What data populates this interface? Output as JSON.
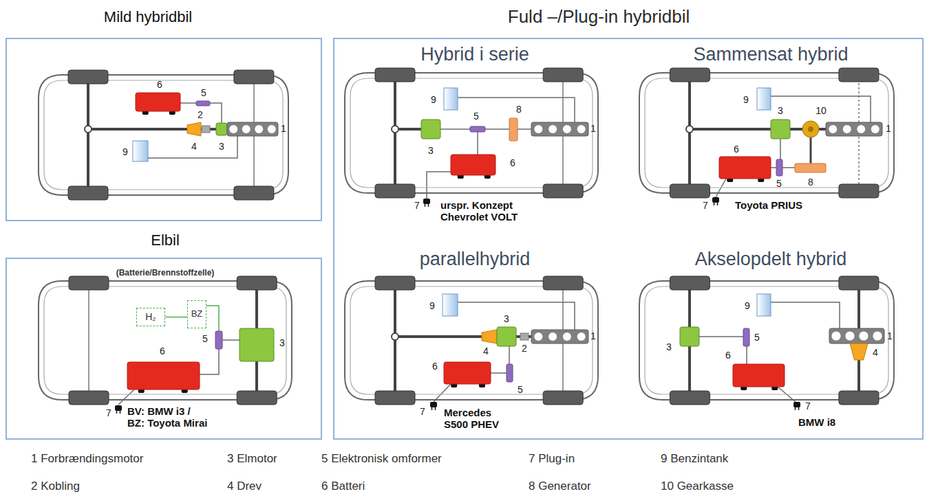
{
  "diagram": {
    "nodes": [
      {
        "text": [
          "Mild hybridbil"
        ]
      },
      {
        "text": [
          "Elbil",
          "(Batterie/Brennstoffzelle)"
        ]
      },
      {
        "text": [
          "BV: BMW i3 / BZ: Toyota Mirai"
        ],
        "in": 1
      },
      {
        "text": [
          "H₂"
        ],
        "in": 2
      },
      {
        "text": [
          "BZ"
        ],
        "in": 2
      },
      {
        "text": [
          "Fuld –/Plug-in hybridbil"
        ]
      },
      {
        "text": [
          "Hybrid i serie",
          "urspr. Konzept Chevrolet VOLT"
        ],
        "in": 5
      },
      {
        "text": [
          "Sammensat hybrid",
          "Toyota PRIUS"
        ],
        "in": 5
      },
      {
        "text": [
          "parallelhybrid",
          "Mercedes S500 PHEV"
        ],
        "in": 5
      },
      {
        "text": [
          "Akselopdelt hybrid",
          "BMW i8"
        ],
        "in": 5
      }
    ],
    "edges": [
      {
        "from": 3,
        "to": 4,
        "arrow": "none"
      }
    ],
    "labels": [
      "6",
      "5",
      "2",
      "4",
      "3",
      "1",
      "9",
      "5",
      "6",
      "3",
      "7",
      "9",
      "5",
      "8",
      "1",
      "3",
      "6",
      "7",
      "9",
      "3",
      "10",
      "1",
      "6",
      "5",
      "8",
      "7",
      "9",
      "3",
      "4",
      "2",
      "1",
      "6",
      "5",
      "7",
      "9",
      "3",
      "5",
      "1",
      "6",
      "4",
      "7",
      "1 Forbrændingsmotor",
      "3 Elmotor",
      "5 Elektronisk omformer",
      "7 Plug-in",
      "9 Benzintank",
      "2 Kobling",
      "4 Drev",
      "6 Batteri",
      "8 Generator",
      "10 Gearkasse"
    ]
  }
}
